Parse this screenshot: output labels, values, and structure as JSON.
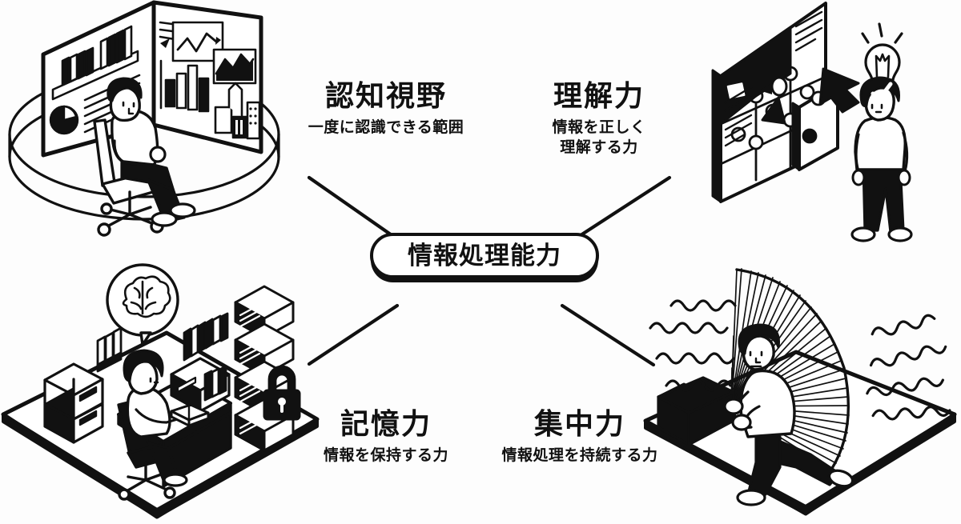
{
  "diagram": {
    "type": "radial-concept-map",
    "background_color": "#fdfdfd",
    "line_color": "#111111",
    "center": {
      "label": "情報処理能力",
      "shape": "rounded-pill",
      "has_drop_shadow": true
    },
    "branches": [
      {
        "id": "cognitive-field",
        "title": "認知視野",
        "subtitle_lines": [
          "一度に認識できる範囲"
        ],
        "position": "top-left",
        "illustration": "person-seated-on-office-chair-inside-circular-platform-surrounded-by-wall-panels-of-charts-books-and-cityscape"
      },
      {
        "id": "comprehension",
        "title": "理解力",
        "subtitle_lines": [
          "情報を正しく",
          "理解する力"
        ],
        "position": "top-right",
        "illustration": "jigsaw-puzzle-wall-with-piece-being-inserted-person-with-checkmark-and-lightbulb"
      },
      {
        "id": "memory",
        "title": "記憶力",
        "subtitle_lines": [
          "情報を保持する力"
        ],
        "position": "bottom-left",
        "illustration": "person-at-desk-on-isometric-platform-with-brain-thought-bubble-filing-cabinets-books-boxes-and-padlock"
      },
      {
        "id": "concentration",
        "title": "集中力",
        "subtitle_lines": [
          "情報処理を持続する力"
        ],
        "position": "bottom-right",
        "illustration": "kneeling-person-focused-against-radiating-fan-beam-from-laptop-with-wavy-distraction-lines"
      }
    ],
    "connectors": [
      {
        "from": "center",
        "to": "cognitive-field"
      },
      {
        "from": "center",
        "to": "comprehension"
      },
      {
        "from": "center",
        "to": "memory"
      },
      {
        "from": "center",
        "to": "concentration"
      }
    ]
  }
}
